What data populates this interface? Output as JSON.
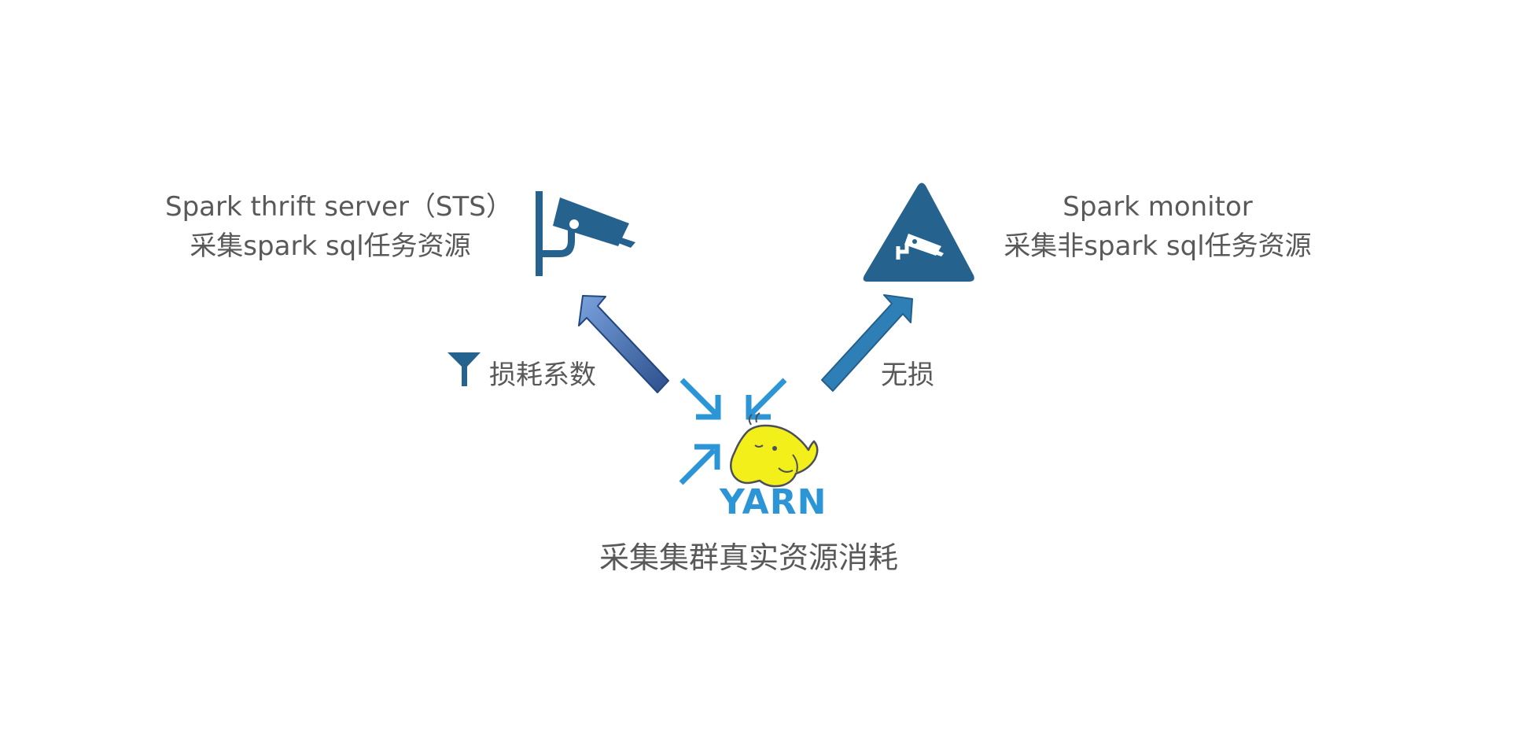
{
  "sts": {
    "title": "Spark thrift server（STS）",
    "subtitle": "采集spark sql任务资源",
    "icon": "wall-camera-icon"
  },
  "monitor": {
    "title": "Spark monitor",
    "subtitle": "采集非spark sql任务资源",
    "icon": "camera-warning-triangle-icon"
  },
  "edges": {
    "left_label": "损耗系数",
    "left_icon": "filter-funnel-icon",
    "right_label": "无损"
  },
  "yarn": {
    "logo_text": "YARN",
    "caption": "采集集群真实资源消耗",
    "icon": "hadoop-elephant-icon"
  },
  "colors": {
    "dark_blue": "#25628d",
    "mid_blue": "#2e7fb6",
    "bright_blue": "#2b95d5",
    "gradient_light": "#6d96d4",
    "gradient_dark": "#2b4f8c",
    "text_gray": "#595959",
    "elephant_yellow": "#f2ef1a"
  }
}
